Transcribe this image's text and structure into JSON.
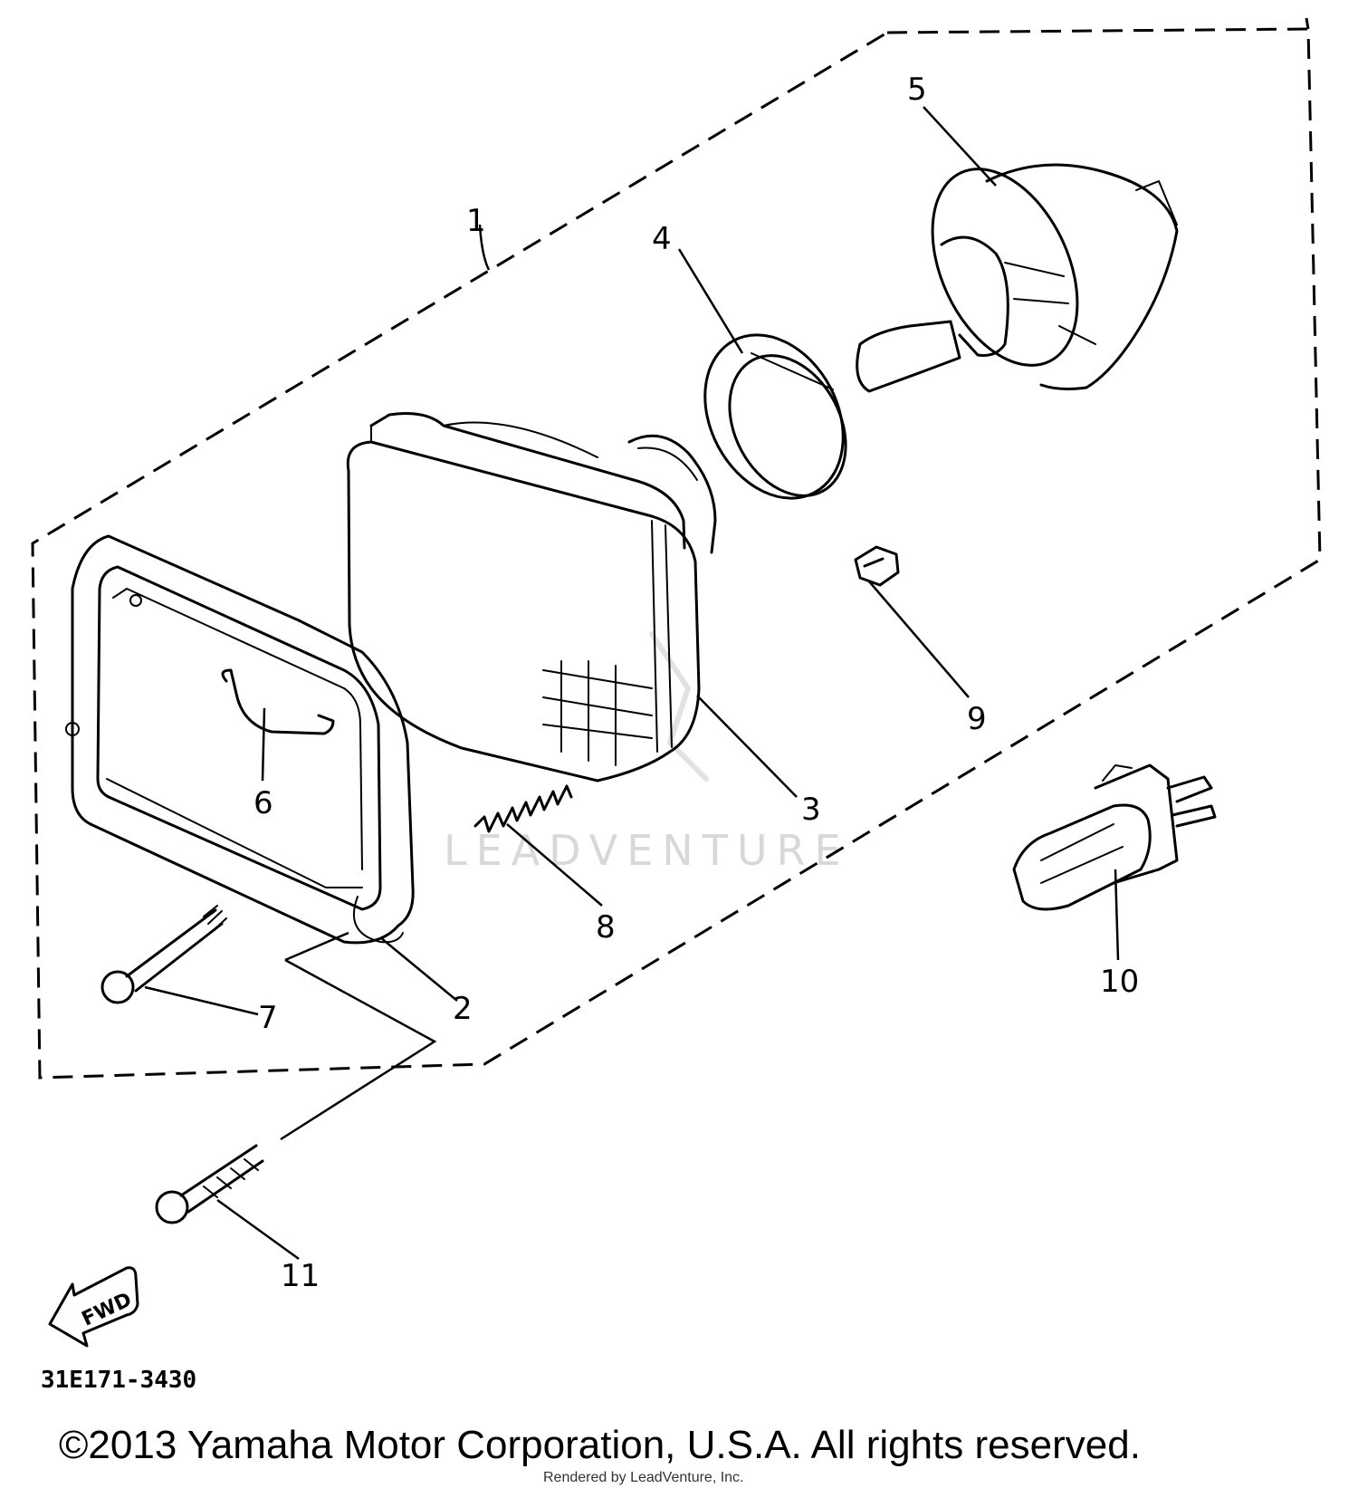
{
  "diagram": {
    "drawing_code": "31E171-3430",
    "watermark": "LEADVENTURE",
    "copyright": "©2013 Yamaha Motor Corporation, U.S.A. All rights reserved.",
    "render_note": "Rendered by LeadVenture, Inc.",
    "fwd_label": "FWD",
    "callouts": [
      "1",
      "2",
      "3",
      "4",
      "5",
      "6",
      "7",
      "8",
      "9",
      "10",
      "11"
    ]
  }
}
